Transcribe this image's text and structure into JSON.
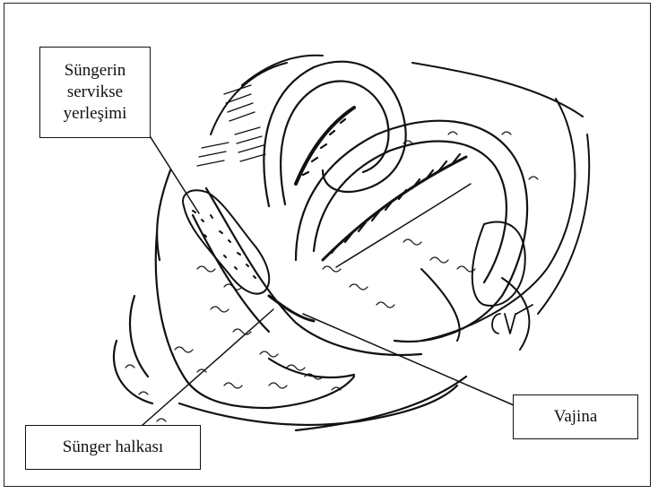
{
  "labels": {
    "sponge_placement": "Süngerin\nservikse\nyerleşimi",
    "vagina": "Vajina",
    "sponge_ring": "Sünger  halkası"
  },
  "illustration": {
    "subject": "sagittal-pelvic-cross-section",
    "signature_text": "C.V.",
    "ink_color": "#111111",
    "background_color": "#ffffff"
  }
}
